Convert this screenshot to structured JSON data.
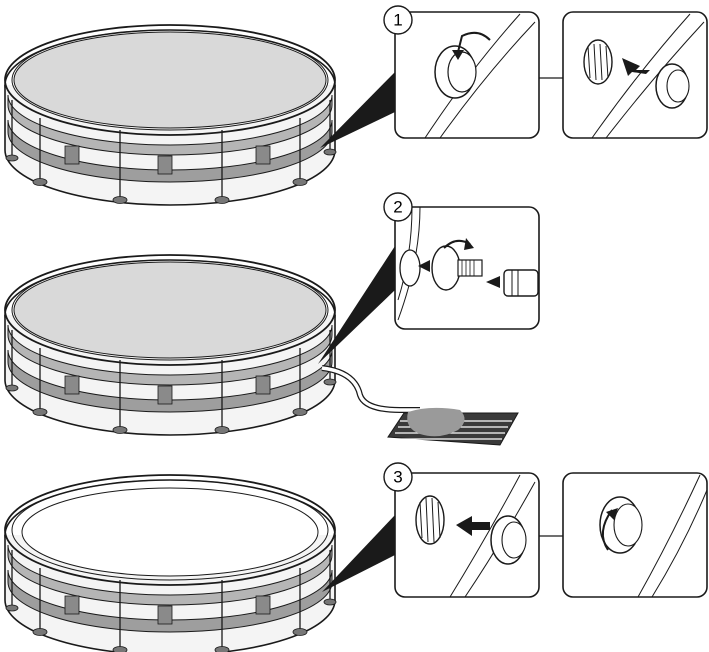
{
  "steps": [
    {
      "number": "1"
    },
    {
      "number": "2"
    },
    {
      "number": "3"
    }
  ],
  "colors": {
    "line": "#1a1a1a",
    "pool_cover": "#d9d9d9",
    "band": "#8c8c8c",
    "band_light": "#bdbdbd",
    "feet": "#777777",
    "water_patch": "#9a9a9a",
    "drain_mat": "#3a3a3a",
    "background": "#ffffff"
  },
  "icons": [
    "curved-arrow-icon",
    "straight-arrow-icon",
    "plug-icon",
    "cap-icon",
    "hose-adapter-icon"
  ]
}
